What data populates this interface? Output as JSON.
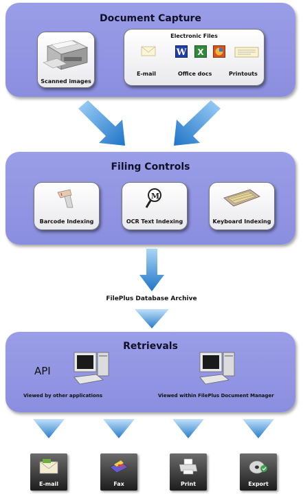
{
  "capture": {
    "title": "Document Capture",
    "scanned_label": "Scanned images",
    "electronic_title": "Electronic Files",
    "email_label": "E-mail",
    "office_label": "Office docs",
    "printouts_label": "Printouts"
  },
  "filing": {
    "title": "Filing Controls",
    "barcode_label": "Barcode Indexing",
    "ocr_label": "OCR Text Indexing",
    "keyboard_label": "Keyboard Indexing"
  },
  "archive_label": "FilePlus Database Archive",
  "retrievals": {
    "title": "Retrievals",
    "api_label": "API",
    "other_apps_label": "Viewed by other applications",
    "within_label": "Viewed within FilePlus Document Manager"
  },
  "outputs": {
    "email": "E-mail",
    "fax": "Fax",
    "print": "Print",
    "export": "Export"
  },
  "colors": {
    "panel": "#8f93e0",
    "arrow": "#2e86d6"
  }
}
